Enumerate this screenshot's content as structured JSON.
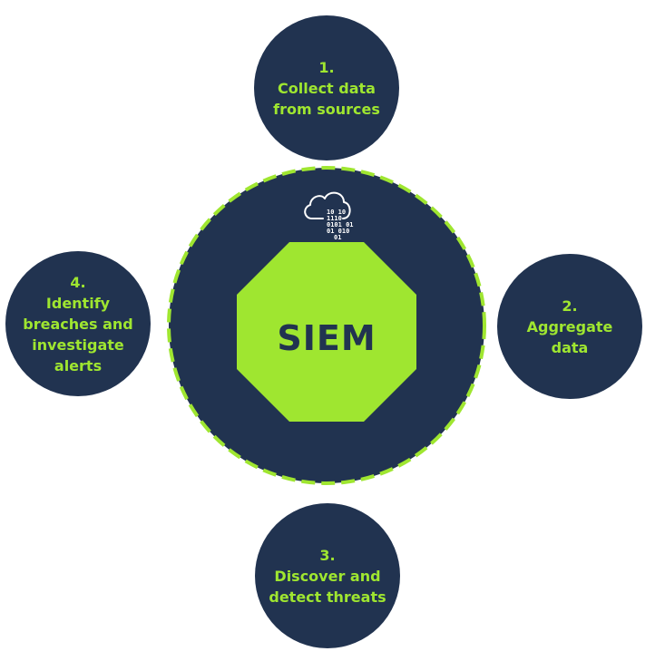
{
  "center": {
    "label": "SIEM"
  },
  "steps": [
    {
      "id": "step-1",
      "text": "1.\nCollect data\nfrom sources"
    },
    {
      "id": "step-2",
      "text": "2.\nAggregate\ndata"
    },
    {
      "id": "step-3",
      "text": "3.\nDiscover and\ndetect threats"
    },
    {
      "id": "step-4",
      "text": "4.\nIdentify\nbreaches and\ninvestigate\nalerts"
    }
  ],
  "icon": {
    "name": "cloud-data-icon",
    "binary_lines": [
      "10 10",
      "1110",
      "0101 01",
      "01 010",
      "01"
    ]
  },
  "colors": {
    "navy": "#213350",
    "lime": "#9fe630",
    "white": "#ffffff"
  }
}
